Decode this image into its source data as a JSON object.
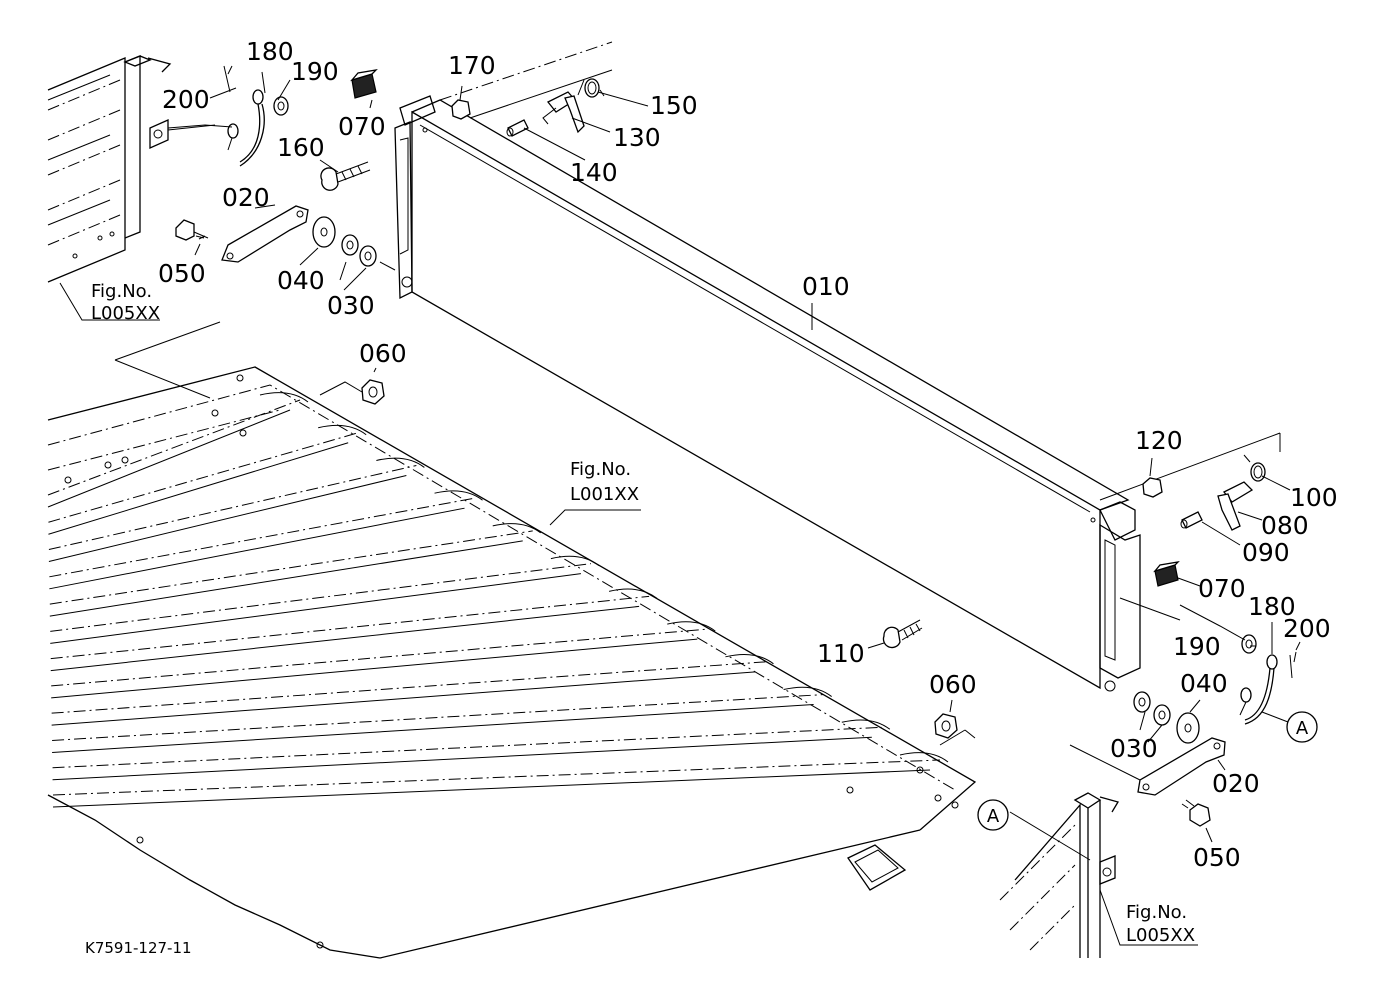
{
  "diagram": {
    "drawing_number": "K7591-127-11",
    "callout_labels": {
      "p010": "010",
      "p020_left": "020",
      "p020_right": "020",
      "p030_left": "030",
      "p030_right": "030",
      "p040_left": "040",
      "p040_right": "040",
      "p050_left": "050",
      "p050_right": "050",
      "p060_top": "060",
      "p060_bottom": "060",
      "p070_left": "070",
      "p070_right": "070",
      "p080": "080",
      "p090": "090",
      "p100": "100",
      "p110": "110",
      "p120": "120",
      "p130": "130",
      "p140": "140",
      "p150": "150",
      "p160": "160",
      "p170": "170",
      "p180_left": "180",
      "p180_right": "180",
      "p190_left": "190",
      "p190_right": "190",
      "p200_left": "200",
      "p200_right": "200"
    },
    "figure_references": {
      "top_left": {
        "title": "Fig.No.",
        "code": "L005XX"
      },
      "center": {
        "title": "Fig.No.",
        "code": "L001XX"
      },
      "bottom_right": {
        "title": "Fig.No.",
        "code": "L005XX"
      }
    },
    "connector_marks": {
      "right": "A",
      "bottom": "A"
    }
  }
}
